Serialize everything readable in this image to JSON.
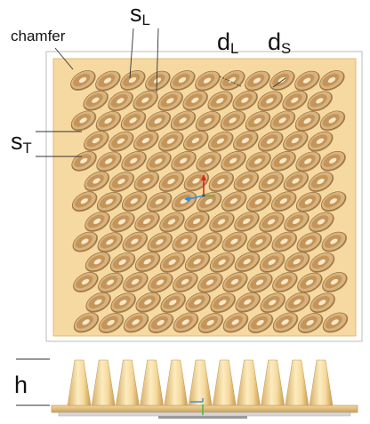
{
  "labels": {
    "chamfer": "chamfer",
    "s_base": "s",
    "s_L_sub": "L",
    "d_base": "d",
    "d_L_sub": "L",
    "d_S_sub": "S",
    "s_T_sub": "T",
    "h": "h"
  },
  "colors": {
    "plate": "#f6d9a0",
    "plate_edge": "#e7bf77",
    "frame": "#c9c9c9",
    "dimple_outer": "#a9824f",
    "dimple_inner": "#d9b27c",
    "dimple_hole": "#f7e8c8",
    "cone_light": "#fbeab9",
    "cone_dark": "#d7ae62",
    "axis_red": "#e0241b",
    "axis_green": "#3fb43f",
    "axis_blue": "#2f8fe0"
  },
  "pattern": {
    "rows": 13,
    "columns_even_rows": 11,
    "columns_odd_rows": 10,
    "ellipse_tilt_deg": 30,
    "side_view_fin_count": 11
  }
}
